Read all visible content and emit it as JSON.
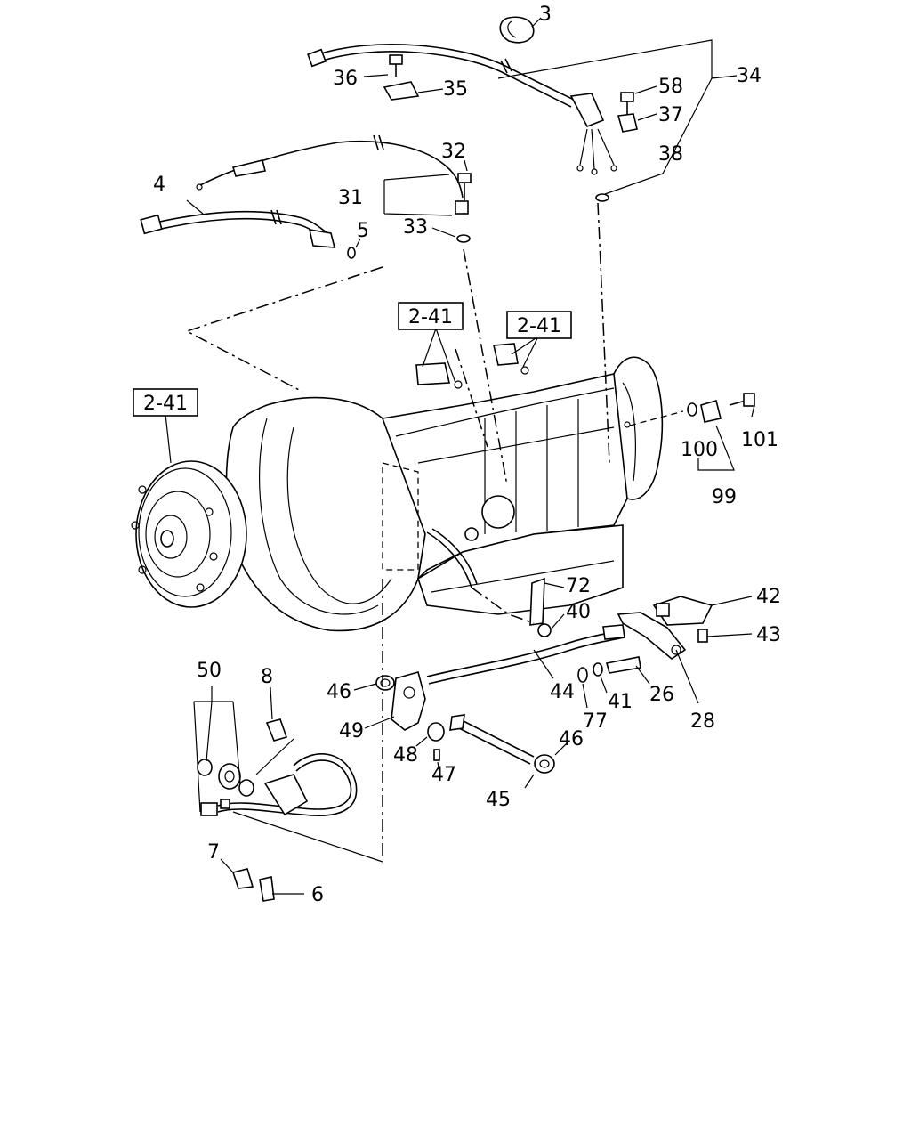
{
  "diagram": {
    "callouts": {
      "c3": "3",
      "c34": "34",
      "c36": "36",
      "c35": "35",
      "c58": "58",
      "c37": "37",
      "c38": "38",
      "c32": "32",
      "c31": "31",
      "c33": "33",
      "c4": "4",
      "c5": "5",
      "c100": "100",
      "c101": "101",
      "c99": "99",
      "c72": "72",
      "c40": "40",
      "c42": "42",
      "c43": "43",
      "c46a": "46",
      "c44": "44",
      "c26": "26",
      "c41": "41",
      "c77": "77",
      "c28": "28",
      "c49": "49",
      "c48": "48",
      "c47": "47",
      "c46b": "46",
      "c45": "45",
      "c50": "50",
      "c8": "8",
      "c7": "7",
      "c6": "6"
    },
    "refs": {
      "ref1": "2-41",
      "ref2": "2-41",
      "ref3": "2-41"
    }
  }
}
